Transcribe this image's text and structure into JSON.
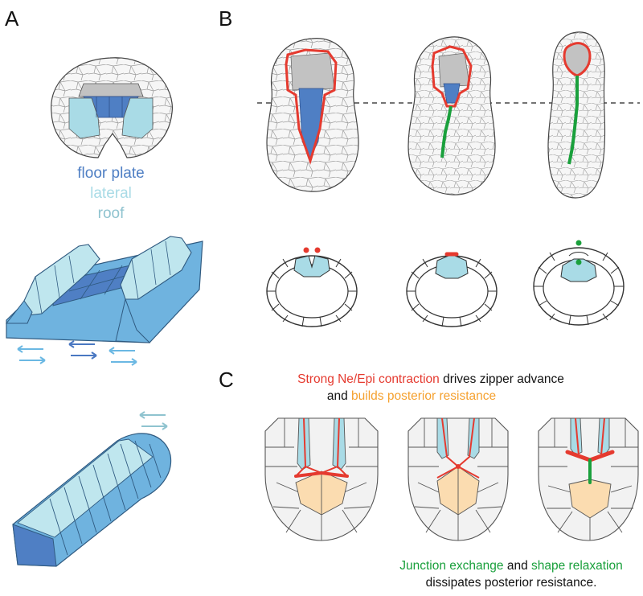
{
  "panels": {
    "a": {
      "letter": "A"
    },
    "b": {
      "letter": "B"
    },
    "c": {
      "letter": "C"
    }
  },
  "legend": {
    "floor_plate": "floor plate",
    "lateral": "lateral",
    "roof": "roof"
  },
  "caption_top": {
    "red": "Strong Ne/Epi contraction",
    "black": " drives zipper advance",
    "line2_black": "and ",
    "orange": "builds posterior resistance"
  },
  "caption_bottom": {
    "green1": "Junction exchange",
    "black1": " and ",
    "green2": "shape relaxation",
    "line2": "dissipates posterior resistance."
  },
  "colors": {
    "floor_plate": "#4f7fc4",
    "lateral": "#a9dbe6",
    "roof": "#8fc3cf",
    "contraction_red": "#e53a2f",
    "resistance_orange": "#f5a12f",
    "resistance_fill": "#fbdcb0",
    "exchange_green": "#1aa03c",
    "cell_fill": "#f2f2f2",
    "cell_line": "#555555",
    "arrow_light": "#6bb8e3",
    "arrow_dark": "#4a78c2",
    "arrow_roof": "#8fc3cf"
  }
}
